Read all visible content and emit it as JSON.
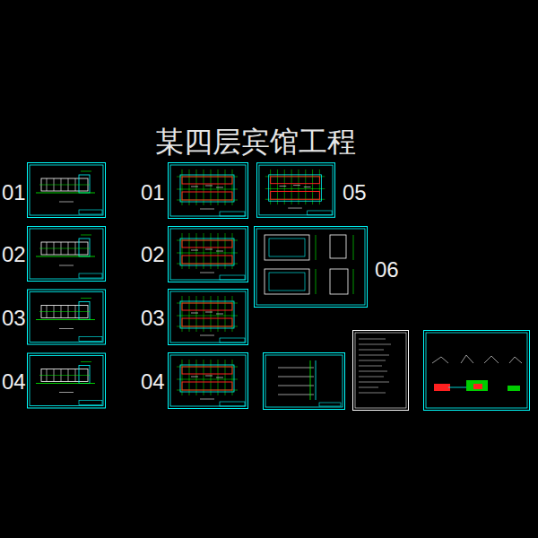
{
  "diagram": {
    "title": "某四层宾馆工程",
    "labels": [
      "01",
      "02",
      "03",
      "04",
      "01",
      "02",
      "03",
      "04",
      "05",
      "06"
    ]
  }
}
